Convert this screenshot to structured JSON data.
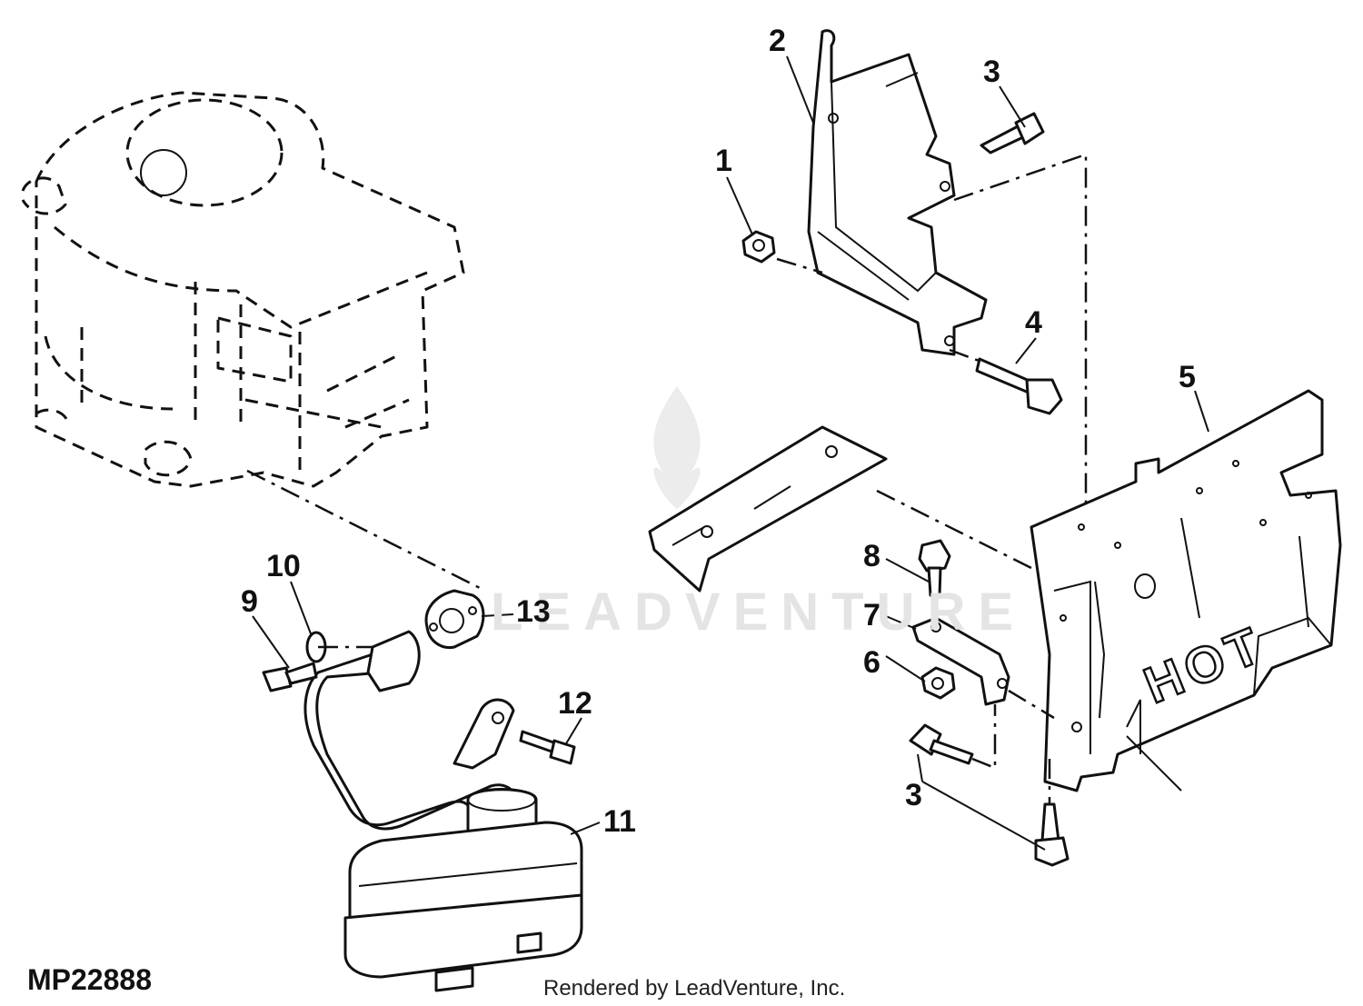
{
  "figure": {
    "code": "MP22888",
    "credit": "Rendered by LeadVenture, Inc.",
    "watermark_text": "LEADVENTURE",
    "watermark_icon": "flame-logo-icon",
    "hot_label": "HOT"
  },
  "callouts": [
    {
      "id": "1",
      "label": "1"
    },
    {
      "id": "2",
      "label": "2"
    },
    {
      "id": "3a",
      "label": "3"
    },
    {
      "id": "4",
      "label": "4"
    },
    {
      "id": "5",
      "label": "5"
    },
    {
      "id": "6",
      "label": "6"
    },
    {
      "id": "7",
      "label": "7"
    },
    {
      "id": "8",
      "label": "8"
    },
    {
      "id": "3b",
      "label": "3"
    },
    {
      "id": "9",
      "label": "9"
    },
    {
      "id": "10",
      "label": "10"
    },
    {
      "id": "11",
      "label": "11"
    },
    {
      "id": "12",
      "label": "12"
    },
    {
      "id": "13",
      "label": "13"
    }
  ],
  "parts": [
    {
      "name": "engine-outline",
      "style": "dashed"
    },
    {
      "name": "nut",
      "callout": "1"
    },
    {
      "name": "heat-shield-bracket",
      "callout": "2"
    },
    {
      "name": "screw",
      "callout": "3"
    },
    {
      "name": "bolt",
      "callout": "4"
    },
    {
      "name": "side-panel",
      "callout": "5"
    },
    {
      "name": "nut",
      "callout": "6"
    },
    {
      "name": "strap-bracket",
      "callout": "7"
    },
    {
      "name": "bolt",
      "callout": "8"
    },
    {
      "name": "cap-screw",
      "callout": "9"
    },
    {
      "name": "lock-washer",
      "callout": "10"
    },
    {
      "name": "muffler",
      "callout": "11"
    },
    {
      "name": "cap-screw",
      "callout": "12"
    },
    {
      "name": "gasket",
      "callout": "13"
    },
    {
      "name": "support-bar"
    }
  ]
}
